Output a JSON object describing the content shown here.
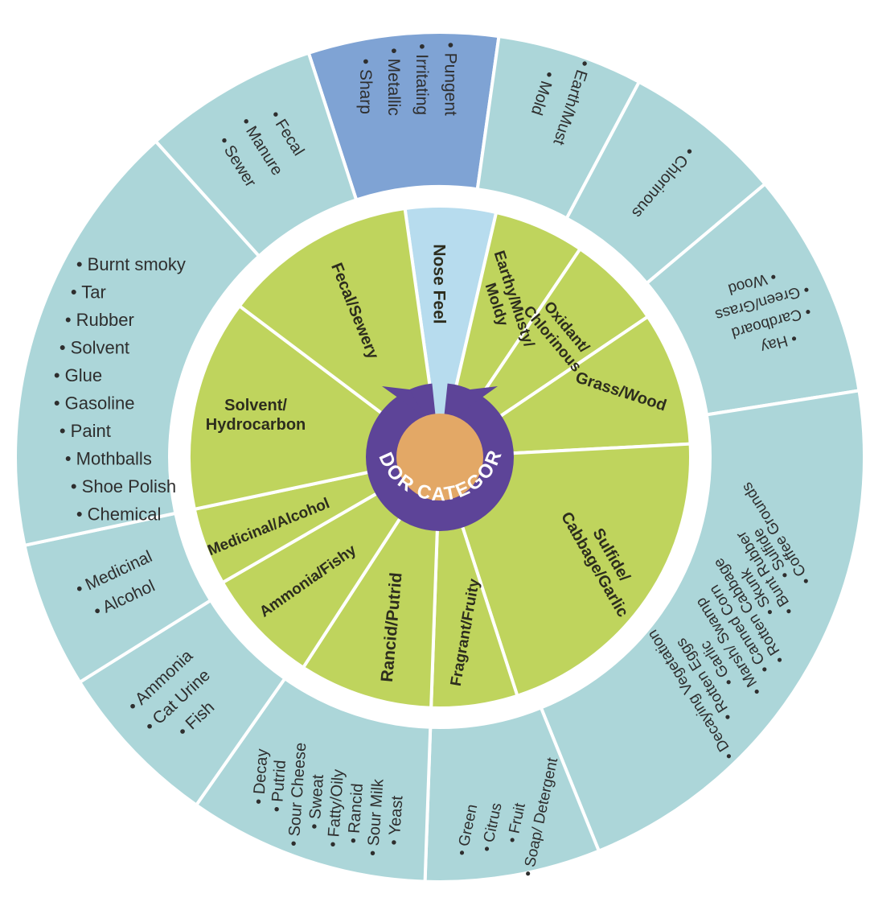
{
  "colors": {
    "outer_ring": "#acd6d9",
    "outer_highlight": "#7fa3d4",
    "inner_ring": "#bfd45d",
    "inner_highlight": "#b7dcee",
    "hub_ring": "#5d4498",
    "hub_center": "#e3a866",
    "divider": "#ffffff"
  },
  "hub": {
    "label": "ODOR CATEGORY"
  },
  "categories": [
    {
      "label": "Nose Feel",
      "highlight": true
    },
    {
      "label": "Earthy/Musty/ Moldy"
    },
    {
      "label": "Oxidant/ Chlorinous"
    },
    {
      "label": "Grass/Wood"
    },
    {
      "label": "Sulfide/ Cabbage/Garlic"
    },
    {
      "label": "Fragrant/Fruity"
    },
    {
      "label": "Rancid/Putrid"
    },
    {
      "label": "Ammonia/Fishy"
    },
    {
      "label": "Medicinal/Alcohol"
    },
    {
      "label": "Solvent/ Hydrocarbon"
    },
    {
      "label": "Fecal/Sewery"
    }
  ],
  "descriptors": [
    {
      "category": "Nose Feel",
      "highlight": true,
      "items": [
        "• Pungent",
        "• Irritating",
        "• Metallic",
        "• Sharp"
      ]
    },
    {
      "category": "Earthy/Musty/ Moldy",
      "items": [
        "• Earth/Must",
        "• Mold"
      ]
    },
    {
      "category": "Oxidant/ Chlorinous",
      "items": [
        "• Chlorinous"
      ]
    },
    {
      "category": "Grass/Wood",
      "items": [
        "• Wood",
        "• Green/Grass",
        "• Cardboard",
        "• Hay"
      ]
    },
    {
      "category": "Sulfide/ Cabbage/Garlic",
      "items": [
        "• Coffee Grounds",
        "• Sulfide",
        "• Bunt Rubber",
        "• Skunk",
        "• Rotten Cabbage",
        "• Canned Corn",
        "• Marsh/ Swamp",
        "• Garlic",
        "• Rotten Eggs",
        "• Decaying Vegetation"
      ]
    },
    {
      "category": "Fragrant/Fruity",
      "items": [
        "• Soap/ Detergent",
        "• Fruit",
        "• Citrus",
        "• Green"
      ]
    },
    {
      "category": "Rancid/Putrid",
      "items": [
        "• Yeast",
        "• Sour Milk",
        "• Rancid",
        "• Fatty/Oily",
        "• Sweat",
        "• Sour Cheese",
        "• Putrid",
        "• Decay"
      ]
    },
    {
      "category": "Ammonia/Fishy",
      "items": [
        "• Ammonia",
        "• Cat Urine",
        "• Fish"
      ]
    },
    {
      "category": "Medicinal/Alcohol",
      "items": [
        "• Medicinal",
        "• Alcohol"
      ]
    },
    {
      "category": "Solvent/ Hydrocarbon",
      "items": [
        "• Burnt smoky",
        "• Tar",
        "• Rubber",
        "• Solvent",
        "• Glue",
        "• Gasoline",
        "• Paint",
        "• Mothballs",
        "• Shoe Polish",
        "• Chemical"
      ]
    },
    {
      "category": "Fecal/Sewery",
      "items": [
        "• Fecal",
        "• Manure",
        "• Sewer"
      ]
    }
  ]
}
